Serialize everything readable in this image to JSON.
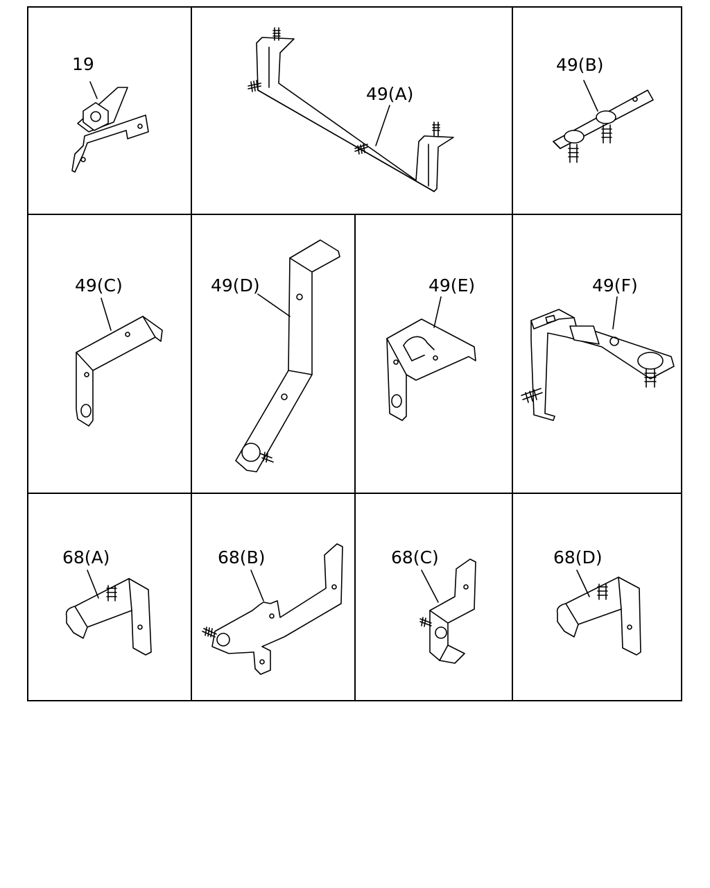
{
  "diagram": {
    "callouts": {
      "c19": "19",
      "c49a": "49(A)",
      "c49b": "49(B)",
      "c49c": "49(C)",
      "c49d": "49(D)",
      "c49e": "49(E)",
      "c49f": "49(F)",
      "c68a": "68(A)",
      "c68b": "68(B)",
      "c68c": "68(C)",
      "c68d": "68(D)"
    }
  }
}
